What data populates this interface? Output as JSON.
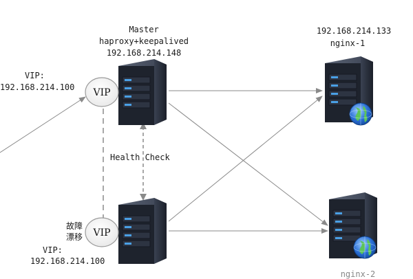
{
  "master": {
    "title": "Master",
    "software": "haproxy+keepalived",
    "ip": "192.168.214.148"
  },
  "vip_left": {
    "label": "VIP:",
    "ip": "192.168.214.100"
  },
  "vip_badge_top": "VIP",
  "vip_badge_bottom": "VIP",
  "health_check": "Health Check",
  "failover": {
    "line1": "故障",
    "line2": "漂移"
  },
  "vip_bottom": {
    "label": "VIP:",
    "ip": "192.168.214.100"
  },
  "nginx1": {
    "ip": "192.168.214.133",
    "name": "nginx-1"
  },
  "nginx2": {
    "name": "nginx-2"
  },
  "colors": {
    "line": "#8a8a8a",
    "server_dark": "#1f2430",
    "server_panel": "#2e3646",
    "led_blue": "#4aa0e6",
    "globe_blue": "#2a6fd6",
    "globe_green": "#5cc45a"
  }
}
